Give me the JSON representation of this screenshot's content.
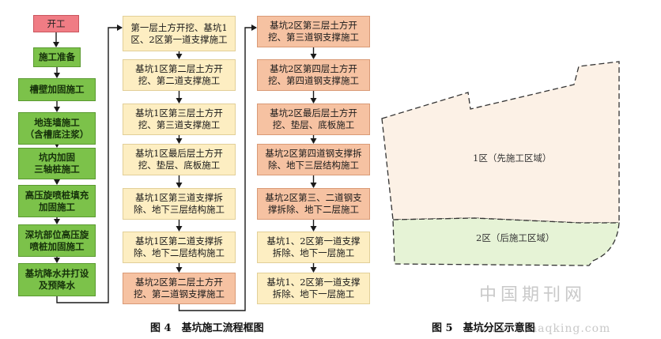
{
  "flowchart": {
    "col1": [
      {
        "text": "开工",
        "style": "start"
      },
      {
        "text": "施工准备",
        "style": "green"
      },
      {
        "text": "槽壁加固施工",
        "style": "green"
      },
      {
        "text": "地连墙施工\n（含槽底注浆）",
        "style": "green"
      },
      {
        "text": "坑内加固\n三轴桩施工",
        "style": "green"
      },
      {
        "text": "高压旋喷桩填充\n加固施工",
        "style": "green"
      },
      {
        "text": "深坑部位高压旋\n喷桩加固施工",
        "style": "green"
      },
      {
        "text": "基坑降水井打设\n及预降水",
        "style": "green"
      }
    ],
    "col2": [
      {
        "text": "第一层土方开挖、基坑1\n区、2区第一道支撑施工",
        "style": "light"
      },
      {
        "text": "基坑1区第二层土方开\n挖、第二道支撑施工",
        "style": "light"
      },
      {
        "text": "基坑1区第三层土方开\n挖、第三道支撑施工",
        "style": "light"
      },
      {
        "text": "基坑1区最后层土方开\n挖、垫层、底板施工",
        "style": "light"
      },
      {
        "text": "基坑1区第三道支撑拆\n除、地下三层结构施工",
        "style": "light"
      },
      {
        "text": "基坑1区第二道支撑拆\n除、地下二层结构施工",
        "style": "light"
      },
      {
        "text": "基坑2区第二层土方开\n挖、第二道钢支撑施工",
        "style": "salmon"
      }
    ],
    "col3": [
      {
        "text": "基坑2区第三层土方开\n挖、第三道钢支撑施工",
        "style": "salmon"
      },
      {
        "text": "基坑2区第四层土方开\n挖、第四道钢支撑施工",
        "style": "salmon"
      },
      {
        "text": "基坑2区最后层土方开\n挖、垫层、底板施工",
        "style": "salmon"
      },
      {
        "text": "基坑2区第四道钢支撑拆\n除、地下三层结构施工",
        "style": "salmon"
      },
      {
        "text": "基坑2区第三、二道钢支\n撑拆除、地下二层施工",
        "style": "salmon"
      },
      {
        "text": "基坑1、2区第一道支撑\n拆除、地下一层施工",
        "style": "light"
      },
      {
        "text": "基坑1、2区第一道支撑\n拆除、地下一层施工",
        "style": "light"
      }
    ]
  },
  "zones": {
    "zone1_label": "1区（先施工区域）",
    "zone2_label": "2区（后施工区域）",
    "zone1_color": "#fcf1e6",
    "zone2_color": "#e6f3d6"
  },
  "captions": {
    "fig4": "图 4　基坑施工流程框图",
    "fig5": "图 5　基坑分区示意图"
  },
  "watermark": {
    "cn": "中国期刊网",
    "url": "www.chinaqking.com"
  }
}
